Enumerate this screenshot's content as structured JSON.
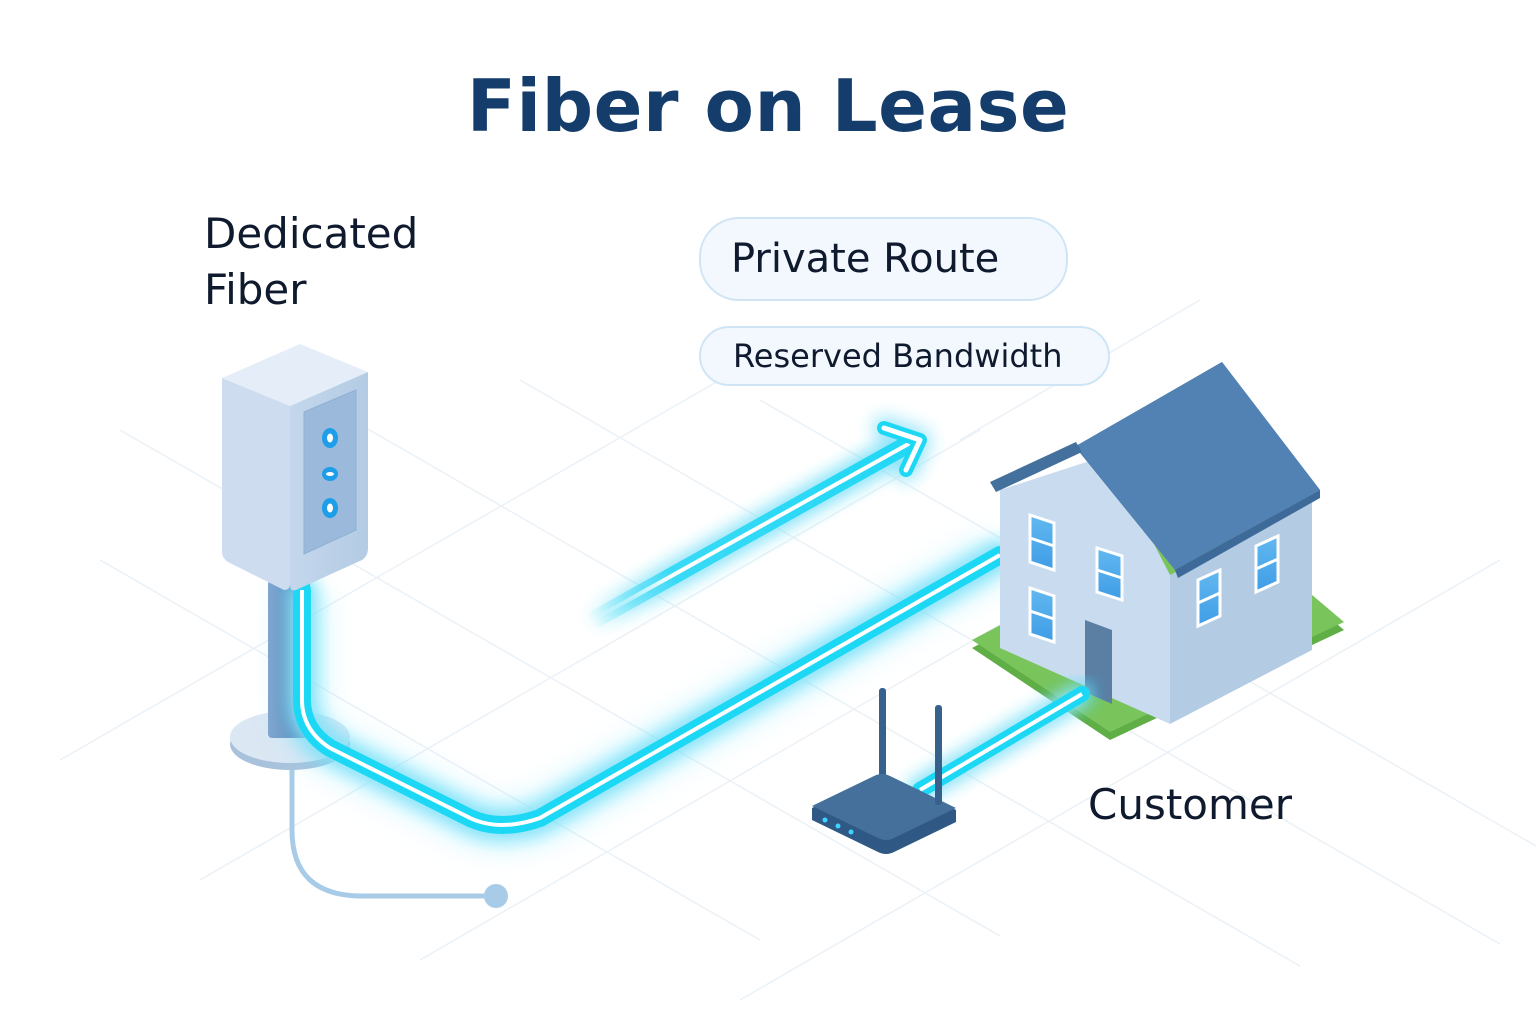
{
  "title": "Fiber on Lease",
  "labels": {
    "dedicated_fiber_line1": "Dedicated",
    "dedicated_fiber_line2": "Fiber",
    "customer": "Customer"
  },
  "features": [
    {
      "label": "Private Route"
    },
    {
      "label": "Reserved Bandwidth"
    }
  ],
  "components": [
    {
      "name": "fiber-cabinet",
      "icon": "fiber-cabinet-icon"
    },
    {
      "name": "glowing-fiber-cable",
      "icon": "fiber-cable-icon"
    },
    {
      "name": "direction-arrow",
      "icon": "arrow-icon"
    },
    {
      "name": "house",
      "icon": "house-icon"
    },
    {
      "name": "router",
      "icon": "wifi-router-icon"
    }
  ],
  "colors": {
    "title": "#143d6b",
    "text": "#0f1a2e",
    "fiber_glow": "#1fd8f5",
    "roof": "#4f7eae",
    "wall": "#c9dcef",
    "lawn": "#7ac45c",
    "router": "#3f6890"
  }
}
